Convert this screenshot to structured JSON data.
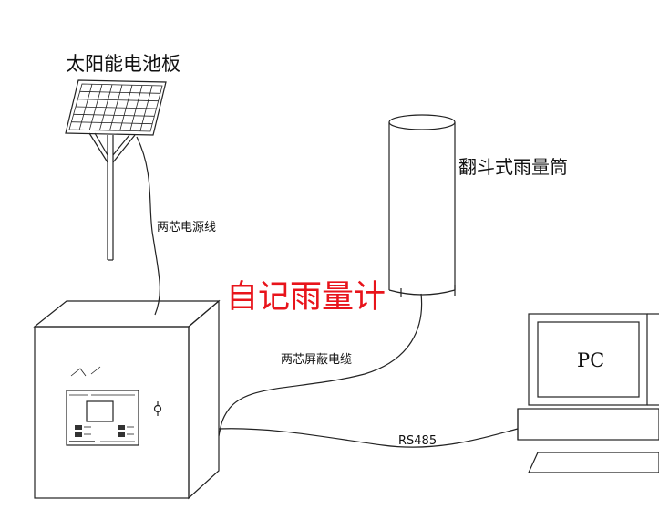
{
  "labels": {
    "solar_panel": "太阳能电池板",
    "power_cable": "两芯电源线",
    "rain_gauge_cylinder": "翻斗式雨量筒",
    "title": "自记雨量计",
    "shielded_cable": "两芯屏蔽电缆",
    "rs485": "RS485",
    "pc": "PC"
  },
  "colors": {
    "title": "#e8141b",
    "line": "#222222",
    "background": "#ffffff"
  }
}
